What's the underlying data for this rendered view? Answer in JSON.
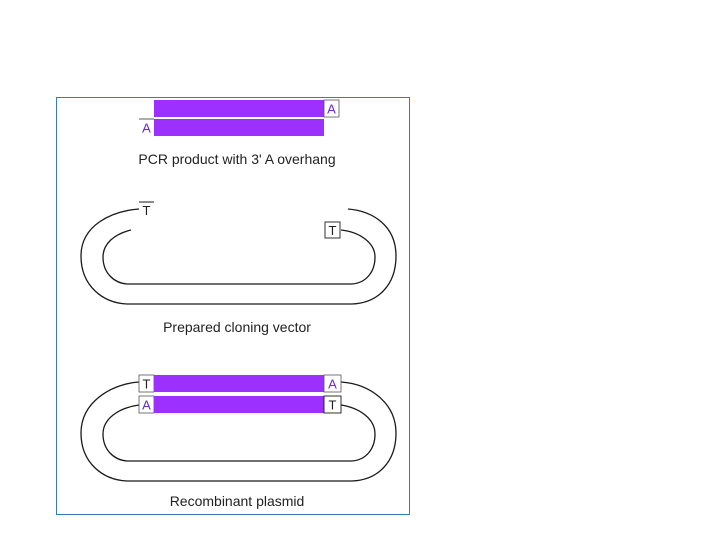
{
  "colors": {
    "strand": "#9b30ff",
    "base_text_on_white": "#6a2ad8",
    "line": "#1a1a1a",
    "frame": "#3a7ab8"
  },
  "pcr_product": {
    "top_base": "A",
    "bottom_base": "A",
    "caption": "PCR product with 3' A overhang"
  },
  "cloning_vector": {
    "left_base": "T",
    "right_base": "T",
    "caption": "Prepared cloning vector"
  },
  "recombinant": {
    "top_left_base": "T",
    "top_right_base": "A",
    "bottom_left_base": "A",
    "bottom_right_base": "T",
    "caption": "Recombinant plasmid"
  }
}
